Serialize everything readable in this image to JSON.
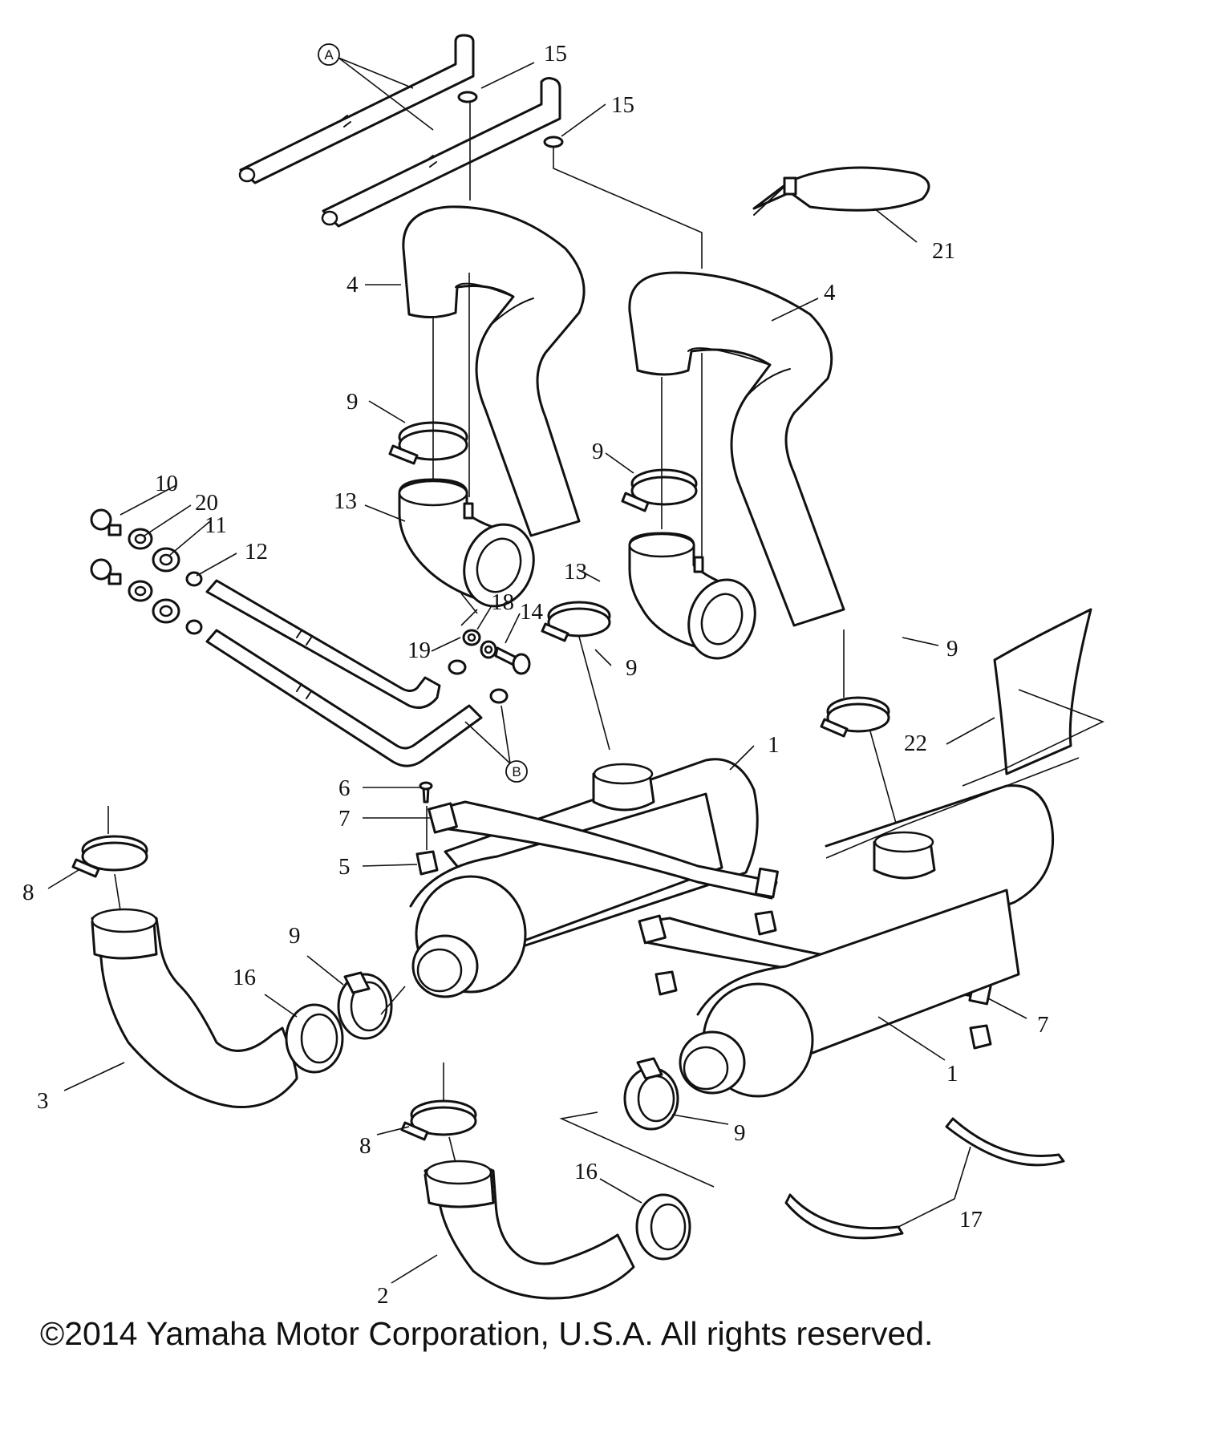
{
  "ref_marks": [
    "A",
    "B"
  ],
  "callouts": {
    "c1a": "1",
    "c1b": "1",
    "c2": "2",
    "c3": "3",
    "c4a": "4",
    "c4b": "4",
    "c5": "5",
    "c6": "6",
    "c7a": "7",
    "c7b": "7",
    "c8a": "8",
    "c8b": "8",
    "c9a": "9",
    "c9b": "9",
    "c9c": "9",
    "c9d": "9",
    "c9e": "9",
    "c9f": "9",
    "c10": "10",
    "c11": "11",
    "c12": "12",
    "c13a": "13",
    "c13b": "13",
    "c14": "14",
    "c15a": "15",
    "c15b": "15",
    "c16a": "16",
    "c16b": "16",
    "c17": "17",
    "c18": "18",
    "c19": "19",
    "c20": "20",
    "c21": "21",
    "c22": "22"
  },
  "copyright": "©2014 Yamaha Motor Corporation, U.S.A. All rights reserved."
}
